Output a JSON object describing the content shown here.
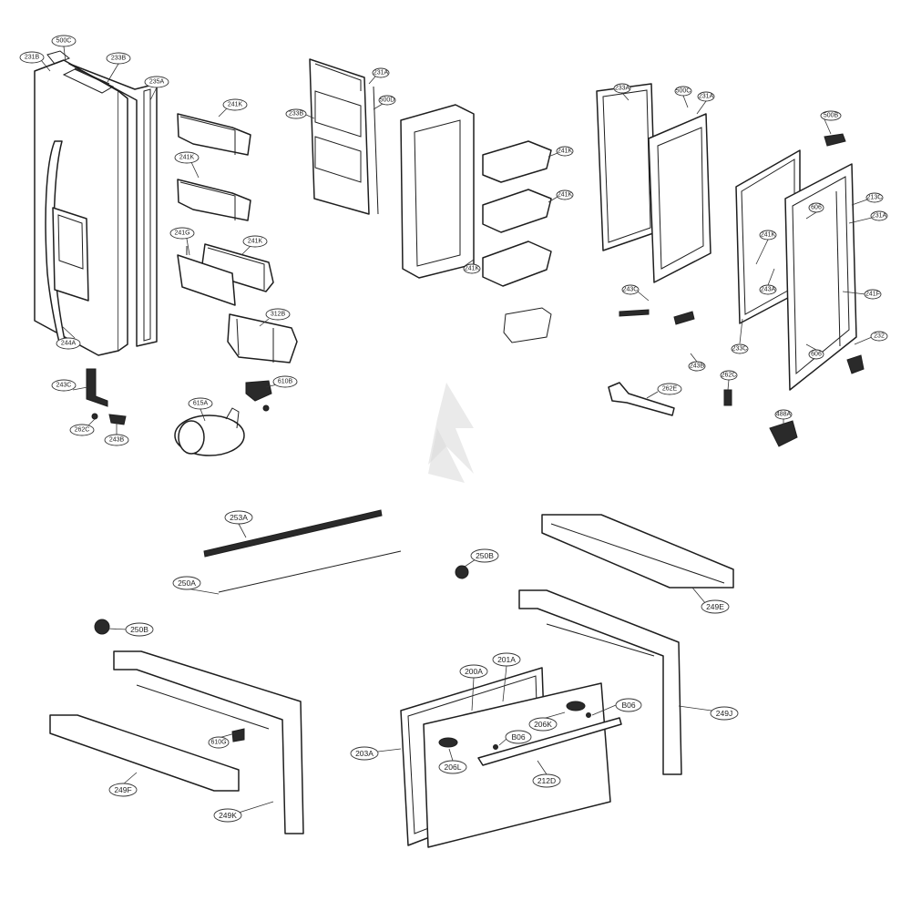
{
  "diagram": {
    "type": "exploded-parts-view",
    "callouts": [
      {
        "id": "231B"
      },
      {
        "id": "500C"
      },
      {
        "id": "233B"
      },
      {
        "id": "235A"
      },
      {
        "id": "241K"
      },
      {
        "id": "241K"
      },
      {
        "id": "241G"
      },
      {
        "id": "241K"
      },
      {
        "id": "312B"
      },
      {
        "id": "244A"
      },
      {
        "id": "243C"
      },
      {
        "id": "262C"
      },
      {
        "id": "243B"
      },
      {
        "id": "615A"
      },
      {
        "id": "610B"
      },
      {
        "id": "233B"
      },
      {
        "id": "231A"
      },
      {
        "id": "500D"
      },
      {
        "id": "241K"
      },
      {
        "id": "241K"
      },
      {
        "id": "241K"
      },
      {
        "id": "233A"
      },
      {
        "id": "500C"
      },
      {
        "id": "231A"
      },
      {
        "id": "500B"
      },
      {
        "id": "213C"
      },
      {
        "id": "231A"
      },
      {
        "id": "241K"
      },
      {
        "id": "241F"
      },
      {
        "id": "243A"
      },
      {
        "id": "243C"
      },
      {
        "id": "262C"
      },
      {
        "id": "262E"
      },
      {
        "id": "233C"
      },
      {
        "id": "606"
      },
      {
        "id": "606"
      },
      {
        "id": "243B"
      },
      {
        "id": "232"
      },
      {
        "id": "488A"
      },
      {
        "id": "253A"
      },
      {
        "id": "250A"
      },
      {
        "id": "250B"
      },
      {
        "id": "250B"
      },
      {
        "id": "249E"
      },
      {
        "id": "249F"
      },
      {
        "id": "249K"
      },
      {
        "id": "610G"
      },
      {
        "id": "200A"
      },
      {
        "id": "201A"
      },
      {
        "id": "203A"
      },
      {
        "id": "206K"
      },
      {
        "id": "B06"
      },
      {
        "id": "B06"
      },
      {
        "id": "206L"
      },
      {
        "id": "212D"
      },
      {
        "id": "249J"
      }
    ]
  }
}
